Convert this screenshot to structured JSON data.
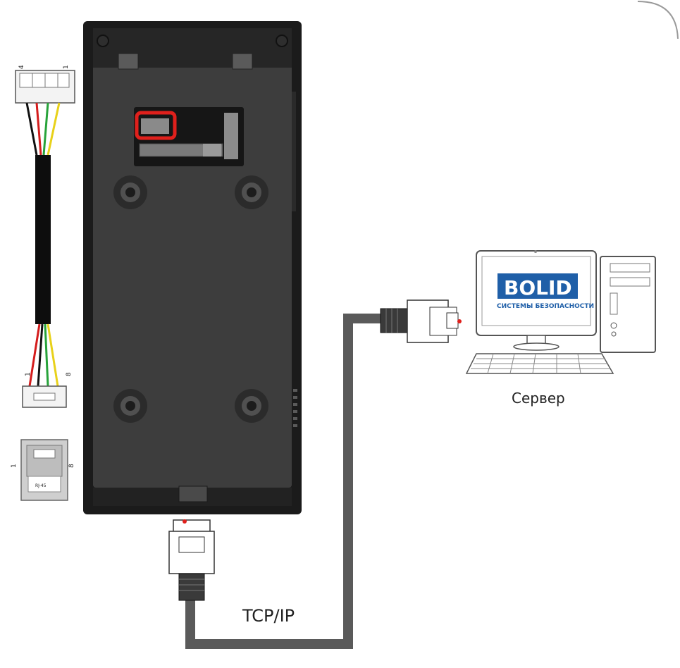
{
  "diagram": {
    "cable_label": "TCP/IP",
    "server_label": "Сервер",
    "logo": {
      "brand": "BOLID",
      "subtitle": "СИСТЕМЫ БЕЗОПАСНОСТИ",
      "color": "#1f5fa8"
    },
    "connector_top": {
      "pin_left": "4",
      "pin_right": "1"
    },
    "connector_bottom": {
      "pin_left": "1",
      "pin_right": "8"
    },
    "rj45_jack": {
      "pin_left": "1",
      "pin_right": "8",
      "text": "RJ-45"
    },
    "colors": {
      "device_body": "#3c3c3c",
      "device_edge": "#1a1a1a",
      "cable": "#5a5a5a",
      "highlight": "#e0201c"
    }
  }
}
